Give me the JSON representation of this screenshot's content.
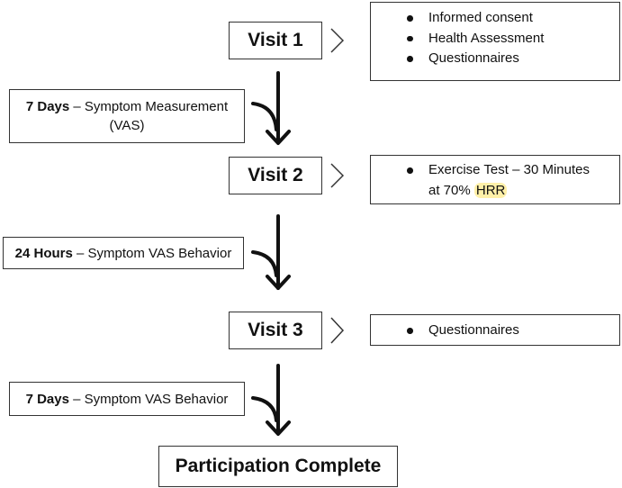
{
  "visits": [
    {
      "label": "Visit 1",
      "details": [
        "Informed consent",
        "Health Assessment",
        "Questionnaires"
      ]
    },
    {
      "label": "Visit 2",
      "details": [
        "Exercise Test – 30 Minutes at 70%"
      ],
      "highlight": "HRR"
    },
    {
      "label": "Visit 3",
      "details": [
        "Questionnaires"
      ]
    }
  ],
  "intervals": [
    {
      "bold": "7 Days",
      "rest": " – Symptom Measurement (VAS)"
    },
    {
      "bold": "24 Hours",
      "rest": " – Symptom VAS Behavior"
    },
    {
      "bold": "7 Days",
      "rest": " – Symptom VAS Behavior"
    }
  ],
  "final_step": "Participation Complete",
  "colors": {
    "border": "#333333",
    "text": "#111111",
    "highlight": "#fff0a8"
  }
}
